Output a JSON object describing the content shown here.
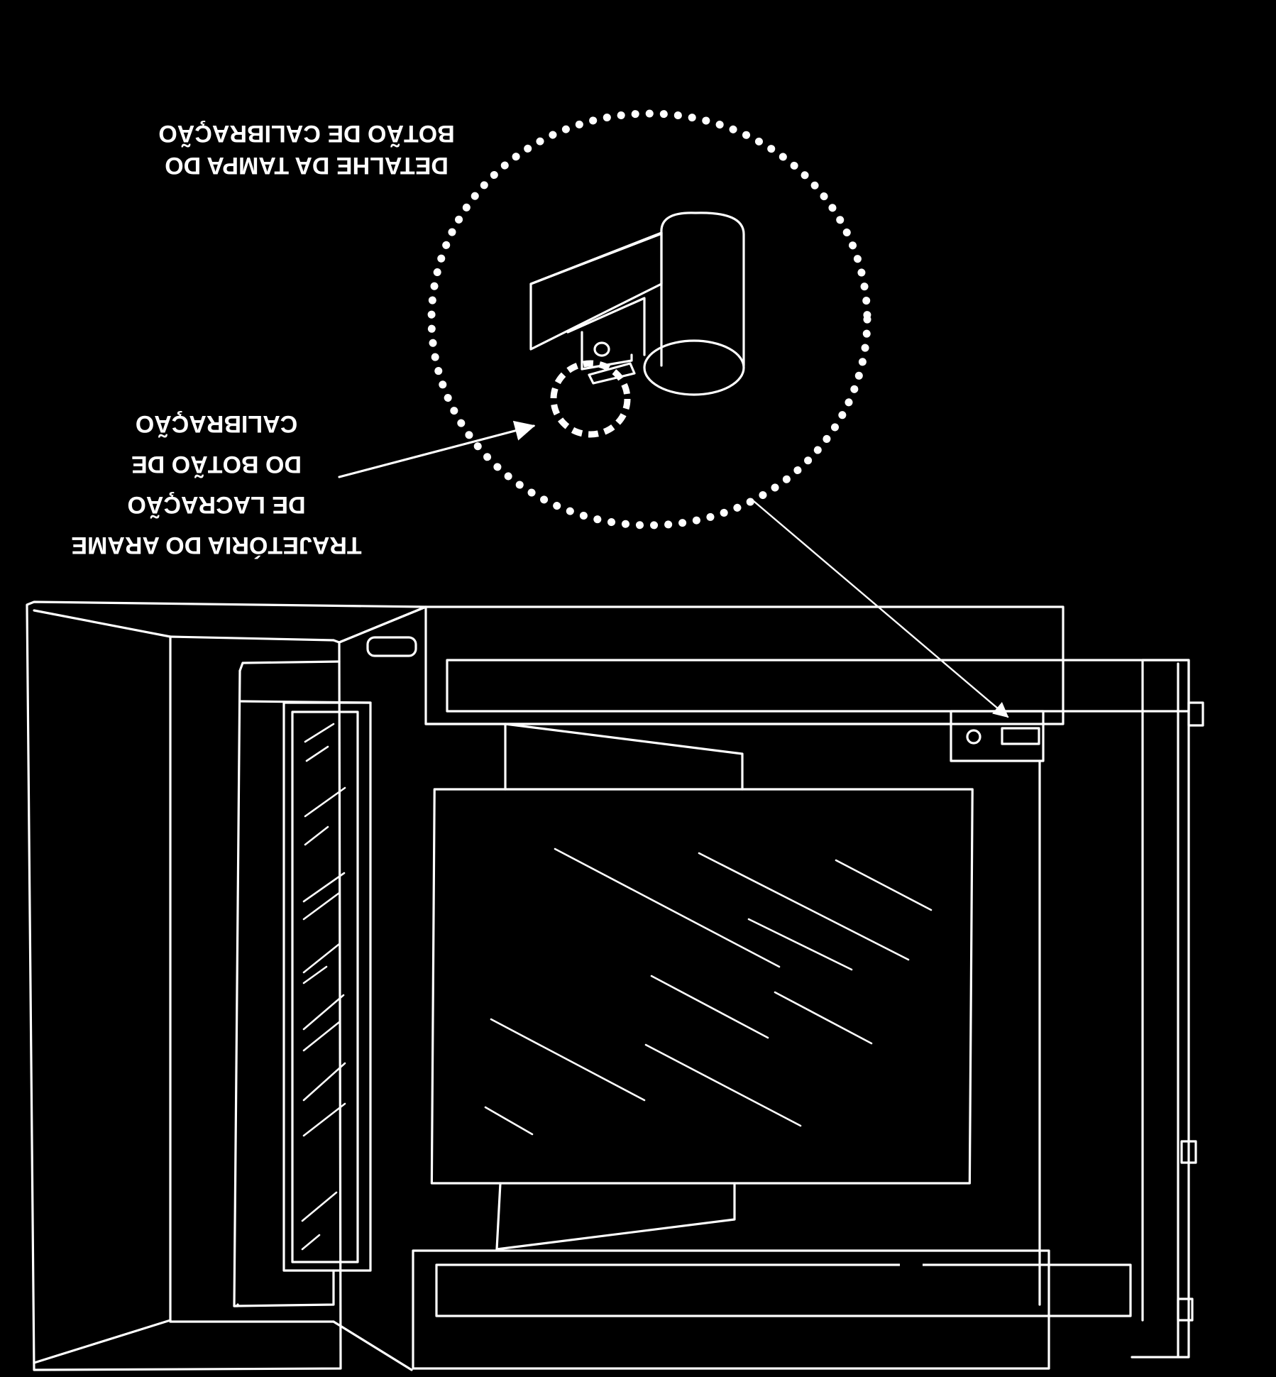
{
  "labels": {
    "detail_line1": "BOTÃO DE CALIBRAÇÃO",
    "detail_line2": "DETALHE DA TAMPA DO",
    "path_line1": "CALIBRAÇÃO",
    "path_line2": "DO BOTÃO DE",
    "path_line3": "DE LACRAÇÃO",
    "path_line4": "TRAJETÓRIA DO ARAME"
  },
  "colors": {
    "background": "#000000",
    "line": "#ffffff"
  }
}
